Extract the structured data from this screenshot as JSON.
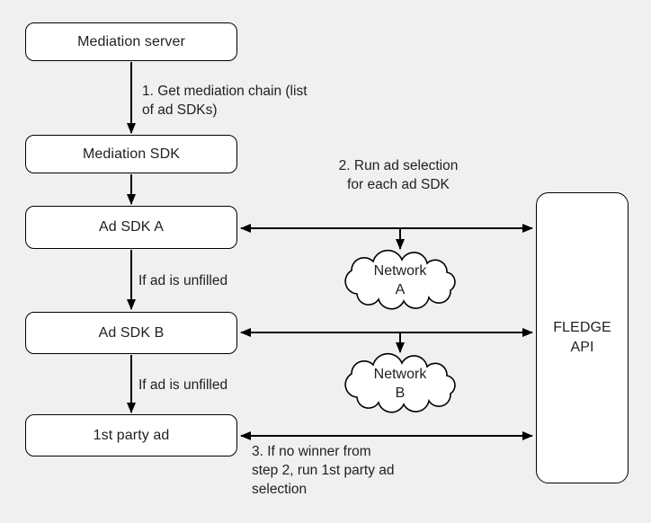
{
  "diagram": {
    "title_hint": "Mediation flow with FLEDGE API",
    "nodes": {
      "mediation_server": "Mediation server",
      "mediation_sdk": "Mediation SDK",
      "ad_sdk_a": "Ad SDK A",
      "ad_sdk_b": "Ad SDK B",
      "first_party_ad": "1st party ad",
      "fledge_api": "FLEDGE\nAPI"
    },
    "clouds": {
      "network_a": {
        "line1": "Network",
        "line2": "A"
      },
      "network_b": {
        "line1": "Network",
        "line2": "B"
      }
    },
    "annotations": {
      "step1": "1. Get mediation chain (list\nof ad SDKs)",
      "step2": "2. Run ad selection\nfor each ad SDK",
      "unfilled_a_to_b": "If ad is unfilled",
      "unfilled_b_to_first_party": "If ad is unfilled",
      "step3": "3. If no winner from\nstep 2, run 1st party ad\nselection"
    },
    "colors": {
      "background": "#f0f0f0",
      "node_fill": "#ffffff",
      "line": "#000000",
      "text": "#1f1f1f"
    }
  }
}
